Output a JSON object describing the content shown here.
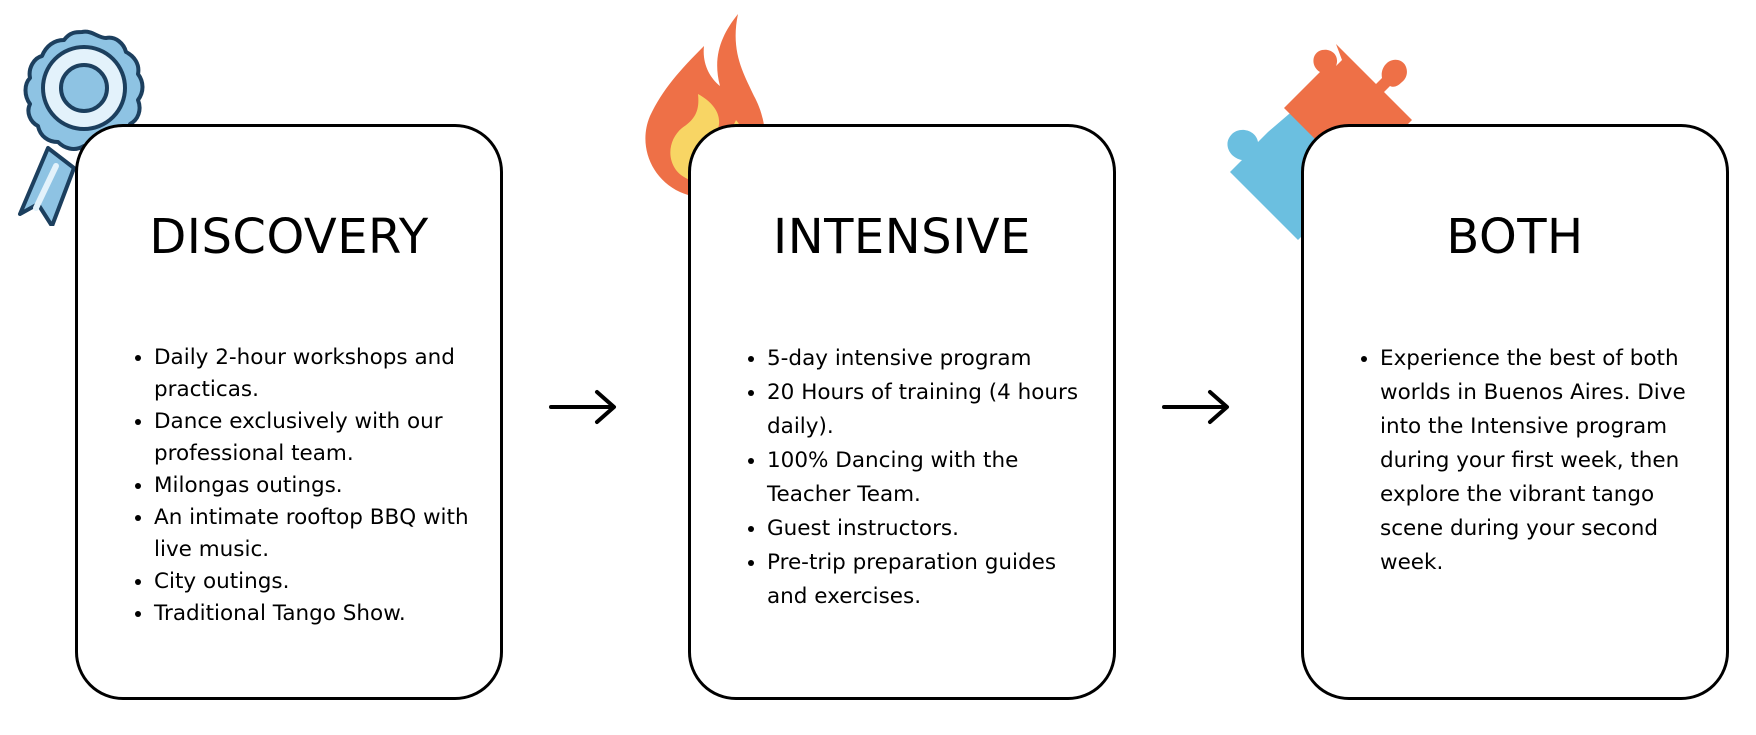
{
  "cards": [
    {
      "title": "DISCOVERY",
      "icon": "ribbon-award-icon",
      "items": [
        "Daily 2-hour workshops and practicas.",
        "Dance exclusively with our professional team.",
        "Milongas outings.",
        "An intimate rooftop BBQ with live music.",
        "City outings.",
        "Traditional Tango Show."
      ]
    },
    {
      "title": "INTENSIVE",
      "icon": "flame-icon",
      "items": [
        "5-day intensive program",
        "20 Hours of training (4 hours daily).",
        "100% Dancing with the Teacher Team.",
        "Guest instructors.",
        "Pre-trip preparation guides and exercises."
      ]
    },
    {
      "title": "BOTH",
      "icon": "puzzle-pieces-icon",
      "items": [
        "Experience the best of both worlds in Buenos Aires. Dive into the Intensive program during your first week, then explore the vibrant tango scene during your second week."
      ]
    }
  ],
  "connectors": [
    "right-arrow-icon",
    "right-arrow-icon"
  ],
  "colors": {
    "border": "#000000",
    "ribbon_light": "#8ec3e3",
    "ribbon_pale": "#e3f2fb",
    "ribbon_outline": "#1c3f5e",
    "flame_outer": "#ee7047",
    "flame_inner": "#f8d564",
    "puzzle_orange": "#ee7047",
    "puzzle_blue": "#6bbfe0"
  }
}
